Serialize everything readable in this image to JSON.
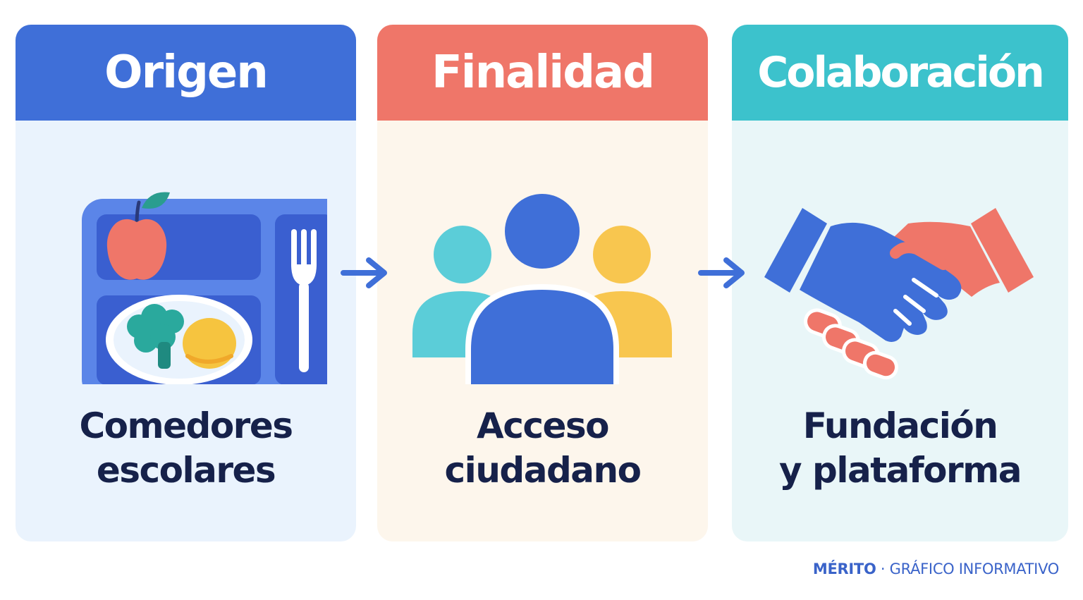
{
  "cards": [
    {
      "title": "Origen",
      "lines": [
        "Comedores",
        "escolares"
      ],
      "icon": "school-lunch-tray-icon",
      "color": "#3f6fd8"
    },
    {
      "title": "Finalidad",
      "lines": [
        "Acceso",
        "ciudadano"
      ],
      "icon": "people-group-icon",
      "color": "#ef7669"
    },
    {
      "title": "Colaboración",
      "lines": [
        "Fundación",
        "y plataforma"
      ],
      "icon": "handshake-icon",
      "color": "#3cc2cc"
    }
  ],
  "arrows": [
    "arrow-right-icon",
    "arrow-right-icon"
  ],
  "footer": {
    "brand": "MÉRITO",
    "separator": "·",
    "subtitle": "GRÁFICO INFORMATIVO"
  }
}
